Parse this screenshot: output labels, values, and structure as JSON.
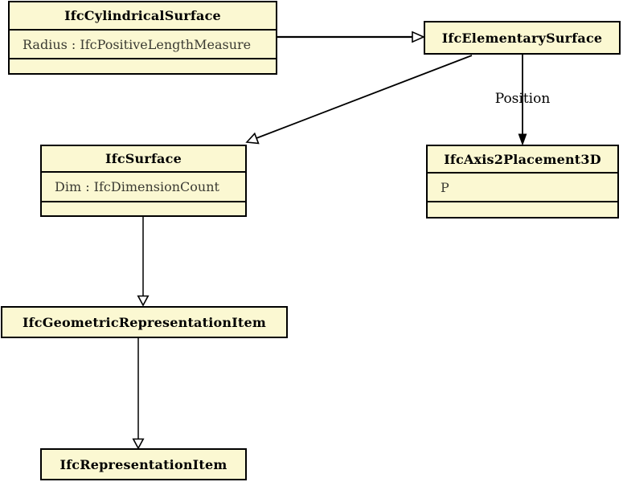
{
  "diagram": {
    "type": "uml-class-inheritance-diagram",
    "colors": {
      "background": "#ffffff",
      "box_fill": "#fbf8d2",
      "box_border": "#000000",
      "line": "#000000",
      "attribute_text": "#3b3b33"
    },
    "classes": [
      {
        "name": "IfcCylindricalSurface",
        "attributes": [
          "Radius : IfcPositiveLengthMeasure"
        ],
        "compartments": 3
      },
      {
        "name": "IfcElementarySurface",
        "attributes": [],
        "compartments": 1
      },
      {
        "name": "IfcSurface",
        "attributes": [
          "Dim : IfcDimensionCount"
        ],
        "compartments": 3
      },
      {
        "name": "IfcAxis2Placement3D",
        "attributes": [
          "P"
        ],
        "compartments": 3
      },
      {
        "name": "IfcGeometricRepresentationItem",
        "attributes": [],
        "compartments": 1
      },
      {
        "name": "IfcRepresentationItem",
        "attributes": [],
        "compartments": 1
      }
    ],
    "edges": [
      {
        "from": "IfcCylindricalSurface",
        "to": "IfcElementarySurface",
        "type": "inheritance",
        "arrow": "hollow-triangle",
        "label": ""
      },
      {
        "from": "IfcElementarySurface",
        "to": "IfcSurface",
        "type": "inheritance",
        "arrow": "hollow-triangle",
        "label": ""
      },
      {
        "from": "IfcElementarySurface",
        "to": "IfcAxis2Placement3D",
        "type": "association",
        "arrow": "filled-arrow",
        "label": "Position"
      },
      {
        "from": "IfcSurface",
        "to": "IfcGeometricRepresentationItem",
        "type": "inheritance",
        "arrow": "hollow-triangle",
        "label": ""
      },
      {
        "from": "IfcGeometricRepresentationItem",
        "to": "IfcRepresentationItem",
        "type": "inheritance",
        "arrow": "hollow-triangle",
        "label": ""
      }
    ]
  }
}
